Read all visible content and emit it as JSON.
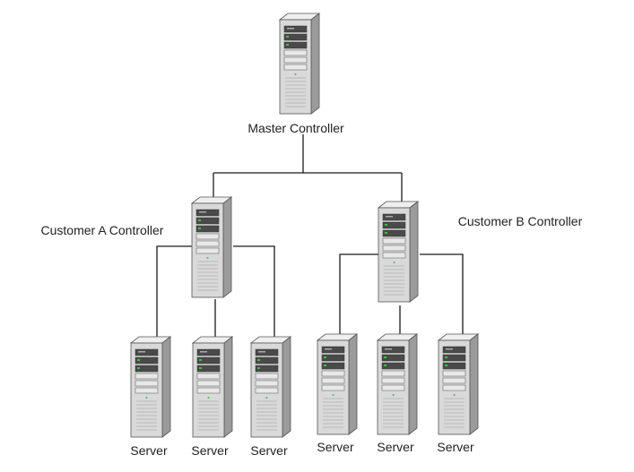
{
  "diagram": {
    "nodes": {
      "master": {
        "label": "Master Controller",
        "icon": "server-tower-icon"
      },
      "customer_a": {
        "label": "Customer A Controller",
        "icon": "server-tower-icon"
      },
      "customer_b": {
        "label": "Customer B Controller",
        "icon": "server-tower-icon"
      },
      "a_servers": [
        {
          "label": "Server",
          "icon": "server-tower-icon"
        },
        {
          "label": "Server",
          "icon": "server-tower-icon"
        },
        {
          "label": "Server",
          "icon": "server-tower-icon"
        }
      ],
      "b_servers": [
        {
          "label": "Server",
          "icon": "server-tower-icon"
        },
        {
          "label": "Server",
          "icon": "server-tower-icon"
        },
        {
          "label": "Server",
          "icon": "server-tower-icon"
        }
      ]
    },
    "edges": [
      [
        "master",
        "customer_a"
      ],
      [
        "master",
        "customer_b"
      ],
      [
        "customer_a",
        "a_servers.0"
      ],
      [
        "customer_a",
        "a_servers.1"
      ],
      [
        "customer_a",
        "a_servers.2"
      ],
      [
        "customer_b",
        "b_servers.0"
      ],
      [
        "customer_b",
        "b_servers.1"
      ],
      [
        "customer_b",
        "b_servers.2"
      ]
    ],
    "colors": {
      "line": "#1a1a1a",
      "case_front": "#d9d9d9",
      "case_side": "#9b9b9b",
      "case_top": "#efefef",
      "bay_dark": "#4a4a4a",
      "bay_light": "#e8e8e8",
      "led_green": "#3fbf3f"
    }
  }
}
